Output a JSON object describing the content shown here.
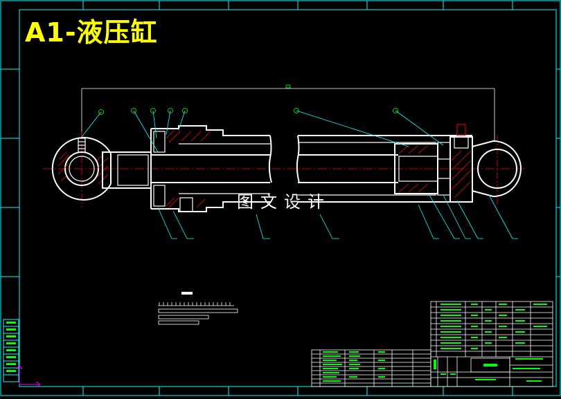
{
  "title": "A1-液压缸",
  "watermark": "图文设计",
  "colors": {
    "background": "#000000",
    "frame": "#00ffff",
    "outline": "#ffffff",
    "title": "#ffff00",
    "hatch": "#ff0000",
    "text_green": "#00ff00",
    "leader": "#00ffff"
  },
  "balloons": [
    "①",
    "②",
    "③",
    "④",
    "⑤",
    "⑥",
    "⑦"
  ],
  "note_heading": "技术要求"
}
